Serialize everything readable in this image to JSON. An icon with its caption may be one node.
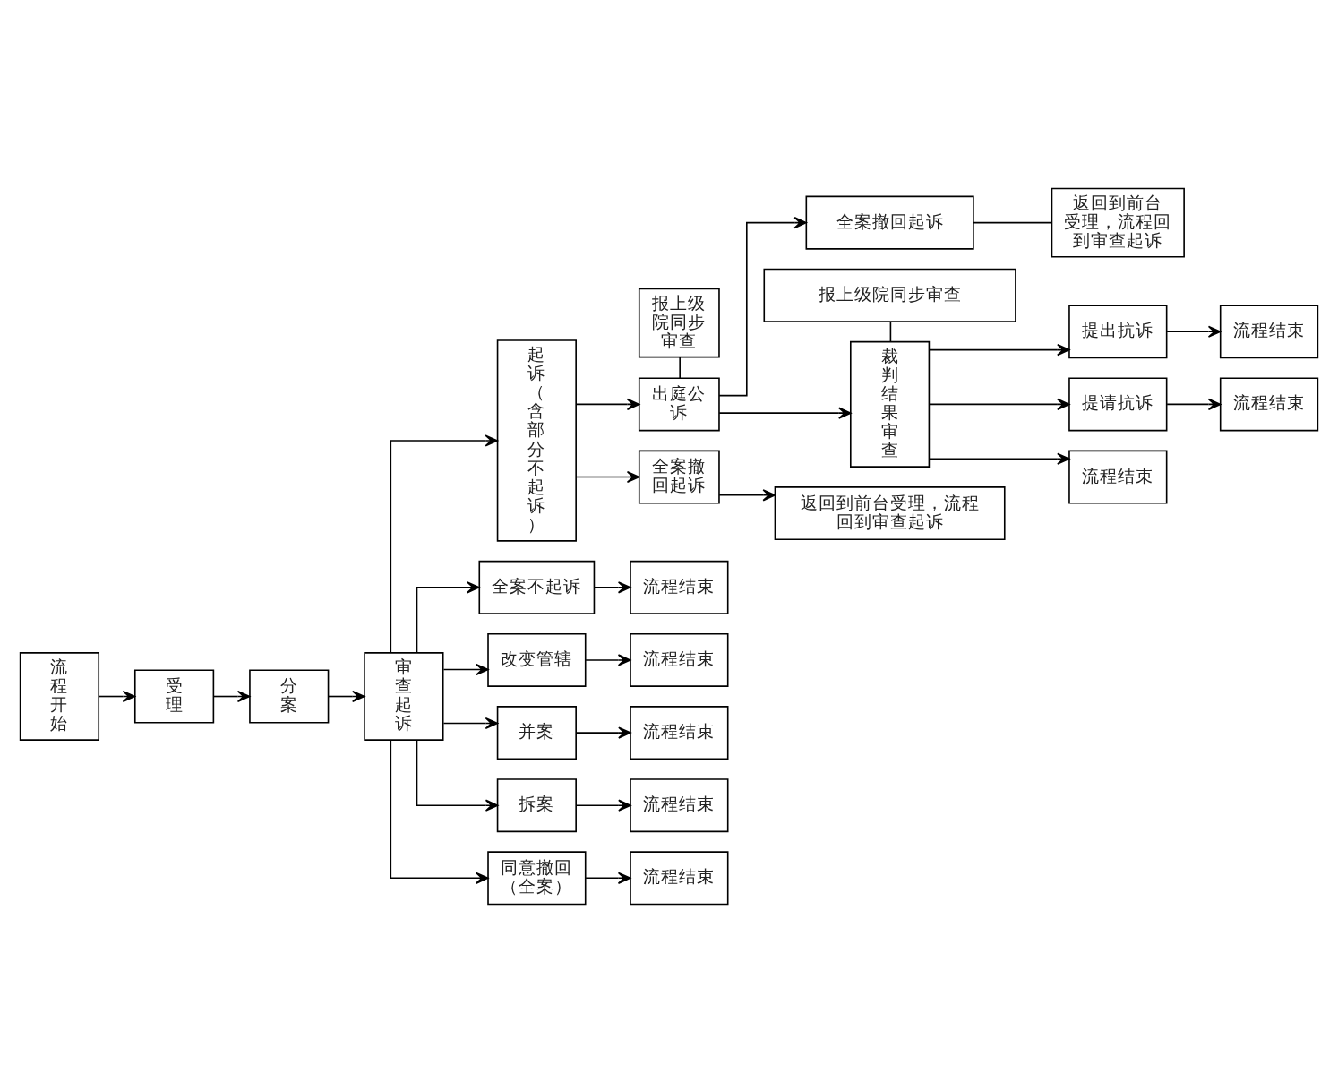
{
  "diagram": {
    "nodes": [
      {
        "text": [
          "流程开始"
        ]
      },
      {
        "text": [
          "受理"
        ]
      },
      {
        "text": [
          "分案"
        ]
      },
      {
        "text": [
          "审查起诉"
        ]
      },
      {
        "text": [
          "起诉（含部分不起诉）"
        ]
      },
      {
        "text": [
          "报上级院同步审查"
        ]
      },
      {
        "text": [
          "出庭公诉"
        ]
      },
      {
        "text": [
          "全案撤回起诉"
        ]
      },
      {
        "text": [
          "返回到前台受理，流程回到审查起诉"
        ]
      },
      {
        "text": [
          "全案撤回起诉"
        ]
      },
      {
        "text": [
          "报上级院同步审查"
        ]
      },
      {
        "text": [
          "裁判结果审查"
        ]
      },
      {
        "text": [
          "流程结束"
        ]
      },
      {
        "text": [
          "提出抗诉"
        ]
      },
      {
        "text": [
          "流程结束"
        ]
      },
      {
        "text": [
          "提请抗诉"
        ]
      },
      {
        "text": [
          "流程结束"
        ]
      },
      {
        "text": [
          "返回到前台受理，流程回到审查起诉"
        ]
      },
      {
        "text": [
          "全案不起诉"
        ]
      },
      {
        "text": [
          "流程结束"
        ]
      },
      {
        "text": [
          "改变管辖"
        ]
      },
      {
        "text": [
          "流程结束"
        ]
      },
      {
        "text": [
          "并案"
        ]
      },
      {
        "text": [
          "流程结束"
        ]
      },
      {
        "text": [
          "拆案"
        ]
      },
      {
        "text": [
          "流程结束"
        ]
      },
      {
        "text": [
          "同意撤回（全案）"
        ]
      },
      {
        "text": [
          "流程结束"
        ]
      }
    ],
    "edges": [
      {
        "from": 0,
        "to": 1,
        "arrow": "to"
      },
      {
        "from": 1,
        "to": 2,
        "arrow": "to"
      },
      {
        "from": 2,
        "to": 3,
        "arrow": "to"
      },
      {
        "from": 3,
        "to": 4,
        "arrow": "to"
      },
      {
        "from": 3,
        "to": 18,
        "arrow": "to"
      },
      {
        "from": 3,
        "to": 20,
        "arrow": "to"
      },
      {
        "from": 3,
        "to": 22,
        "arrow": "to"
      },
      {
        "from": 3,
        "to": 24,
        "arrow": "to"
      },
      {
        "from": 3,
        "to": 26,
        "arrow": "to"
      },
      {
        "from": 4,
        "to": 6,
        "arrow": "to"
      },
      {
        "from": 4,
        "to": 7,
        "arrow": "to"
      },
      {
        "from": 5,
        "to": 6,
        "arrow": "none"
      },
      {
        "from": 6,
        "to": 9,
        "arrow": "to"
      },
      {
        "from": 6,
        "to": 11,
        "arrow": "to"
      },
      {
        "from": 9,
        "to": 17,
        "arrow": "none"
      },
      {
        "from": 10,
        "to": 11,
        "arrow": "none"
      },
      {
        "from": 11,
        "to": 13,
        "arrow": "to"
      },
      {
        "from": 11,
        "to": 15,
        "arrow": "to"
      },
      {
        "from": 11,
        "to": 12,
        "arrow": "to"
      },
      {
        "from": 13,
        "to": 14,
        "arrow": "to"
      },
      {
        "from": 15,
        "to": 16,
        "arrow": "to"
      },
      {
        "from": 7,
        "to": 8,
        "arrow": "to"
      },
      {
        "from": 18,
        "to": 19,
        "arrow": "to"
      },
      {
        "from": 20,
        "to": 21,
        "arrow": "to"
      },
      {
        "from": 22,
        "to": 23,
        "arrow": "to"
      },
      {
        "from": 24,
        "to": 25,
        "arrow": "to"
      },
      {
        "from": 26,
        "to": 27,
        "arrow": "to"
      }
    ]
  }
}
